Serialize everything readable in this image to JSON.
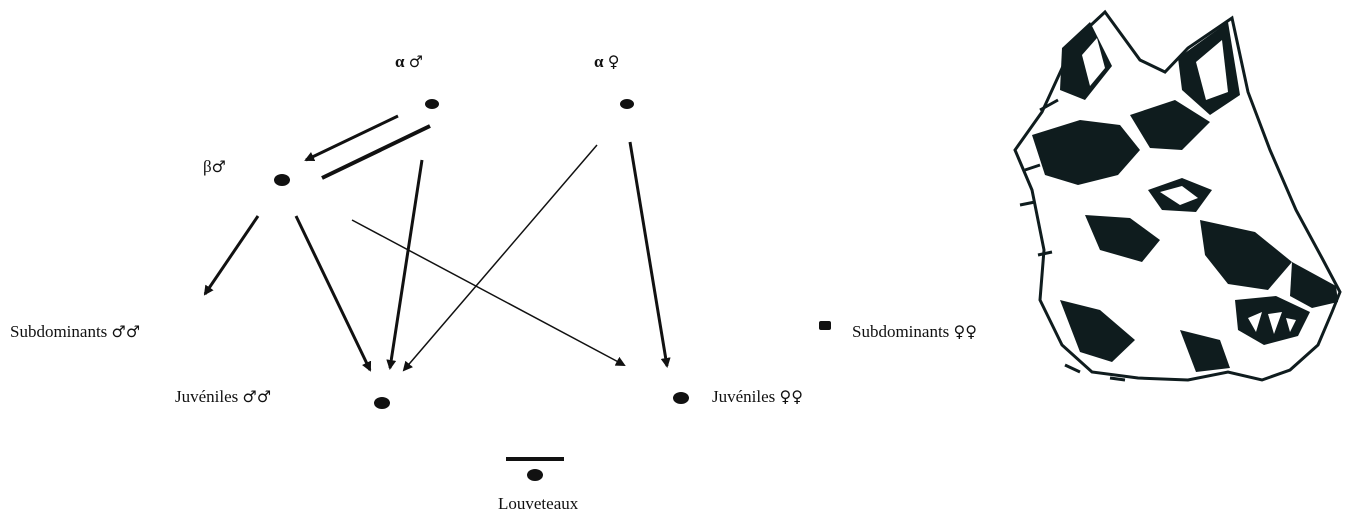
{
  "diagram": {
    "nodes": {
      "alpha_male": {
        "label": "α",
        "symbol": "♂"
      },
      "alpha_female": {
        "label": "α",
        "symbol": "♀"
      },
      "beta_male": {
        "label": "β",
        "symbol": "♂"
      },
      "subdominant_males": {
        "label": "Subdominants",
        "symbol": "♂♂"
      },
      "subdominant_females": {
        "label": "Subdominants",
        "symbol": "♀♀"
      },
      "juvenile_males": {
        "label": "Juvéniles",
        "symbol": "♂♂"
      },
      "juvenile_females": {
        "label": "Juvéniles",
        "symbol": "♀♀"
      },
      "cubs": {
        "label": "Louveteaux"
      }
    },
    "edges": [
      {
        "from": "alpha_male",
        "to": "beta_male"
      },
      {
        "from": "alpha_male",
        "to": "juvenile_males"
      },
      {
        "from": "alpha_female",
        "to": "juvenile_males"
      },
      {
        "from": "alpha_female",
        "to": "juvenile_females"
      },
      {
        "from": "beta_male",
        "to": "subdominant_males"
      },
      {
        "from": "beta_male",
        "to": "juvenile_males"
      },
      {
        "from": "beta_male",
        "to": "juvenile_females"
      }
    ]
  },
  "colors": {
    "ink": "#111111",
    "background": "#ffffff",
    "wolf_ink": "#0f1c1e"
  },
  "illustration": {
    "icon": "wolf-head-icon"
  }
}
